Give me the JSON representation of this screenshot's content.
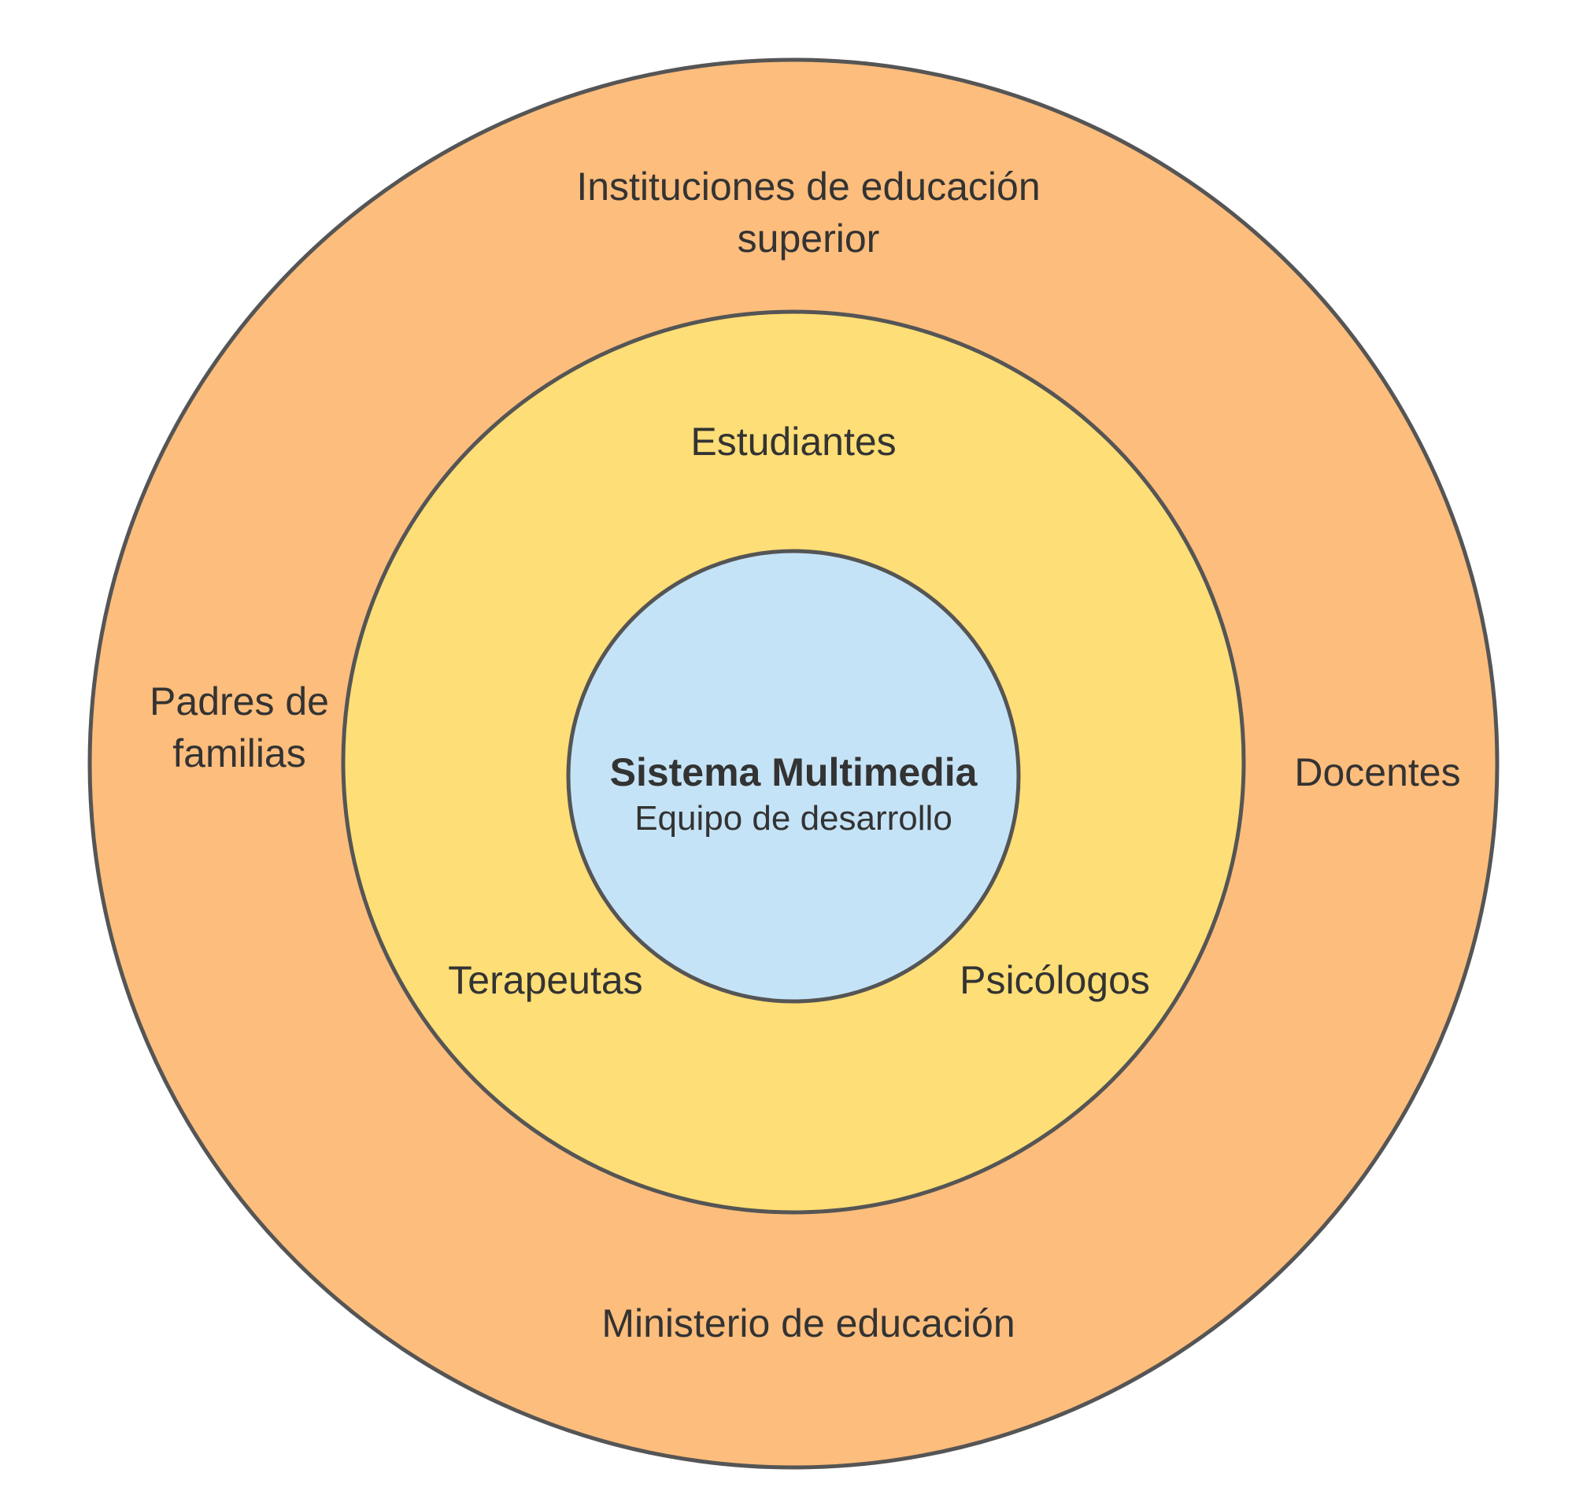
{
  "colors": {
    "outer_ring": "#FDBD7C",
    "middle_ring": "#FEDE76",
    "core": "#C5E3F6",
    "stroke": "#555555",
    "text": "#333333"
  },
  "outer_ring": {
    "labels": {
      "top_line1": "Instituciones de educación",
      "top_line2": "superior",
      "left_line1": "Padres de",
      "left_line2": "familias",
      "right": "Docentes",
      "bottom": "Ministerio de educación"
    }
  },
  "middle_ring": {
    "labels": {
      "top": "Estudiantes",
      "bottom_left": "Terapeutas",
      "bottom_right": "Psicólogos"
    }
  },
  "core": {
    "title": "Sistema Multimedia",
    "subtitle": "Equipo de desarrollo"
  }
}
